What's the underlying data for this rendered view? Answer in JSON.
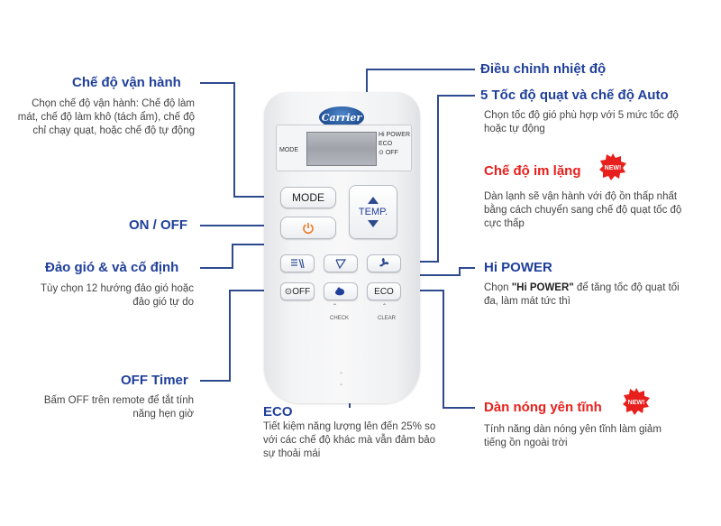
{
  "left": {
    "mode_title": "Chế độ vận hành",
    "mode_desc_1": "Chọn chế độ vận hành: Chế độ làm",
    "mode_desc_2": "mát, chế độ làm khô (tách ẩm), chế độ",
    "mode_desc_3": "chỉ chạy quạt, hoặc chế độ tự động",
    "onoff_title": "ON / OFF",
    "swing_title": "Đảo gió & và cố định",
    "swing_desc_1": "Tùy chọn 12 hướng đảo gió hoặc",
    "swing_desc_2": "đảo gió tự do",
    "timer_title": "OFF Timer",
    "timer_desc_1": "Bấm OFF trên remote để tắt tính",
    "timer_desc_2": "năng hẹn giờ"
  },
  "right": {
    "temp_title": "Điều chỉnh nhiệt độ",
    "fan_title": "5 Tốc độ quạt và chế độ Auto",
    "fan_desc_1": "Chọn tốc độ gió phù hợp với 5 mức tốc độ",
    "fan_desc_2": "hoặc tự động",
    "quiet_title": "Chế độ im lặng",
    "quiet_desc_1": "Dàn lạnh sẽ vận hành với độ ồn thấp nhất",
    "quiet_desc_2": "bằng cách chuyển sang chế độ quạt tốc độ",
    "quiet_desc_3": "cực thấp",
    "hipower_title": "Hi POWER",
    "hipower_desc_pre": "Chọn ",
    "hipower_desc_bold": "\"Hi POWER\"",
    "hipower_desc_post": " để tăng tốc độ quạt tối",
    "hipower_desc_2": "đa, làm mát tức thì",
    "outdoor_title": "Dàn nóng yên tĩnh",
    "outdoor_desc_1": "Tính năng dàn nóng yên tĩnh làm giảm",
    "outdoor_desc_2": "tiếng ồn ngoài trời",
    "new_badge": "NEW!"
  },
  "bottom": {
    "eco_title": "ECO",
    "eco_desc_1": "Tiết kiệm năng lượng lên đến 25% so",
    "eco_desc_2": "với các chế độ khác mà vẫn đảm bảo",
    "eco_desc_3": "sự thoải mái"
  },
  "remote": {
    "brand": "Carrier",
    "lcd_mode": "MODE",
    "lcd_hipower": "Hi POWER",
    "lcd_eco": "ECO",
    "lcd_off": "OFF",
    "mode_btn": "MODE",
    "temp_btn": "TEMP.",
    "off_btn": "OFF",
    "eco_btn": "ECO",
    "check_label": "CHECK",
    "clear_label": "CLEAR"
  },
  "colors": {
    "blue_title": "#1f3f9a",
    "red_title": "#e8201d",
    "line": "#2e4a8f"
  }
}
